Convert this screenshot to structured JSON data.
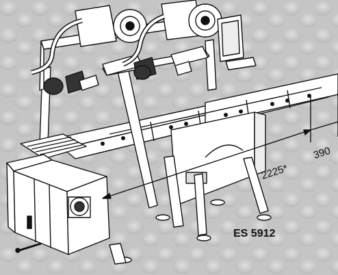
{
  "drawing": {
    "dimension_main": "2225*",
    "dimension_extension": "390",
    "model_label": "ES 5912"
  },
  "colors": {
    "background": "#c9c9c9",
    "machine_fill": "#ffffff",
    "line": "#111111"
  }
}
